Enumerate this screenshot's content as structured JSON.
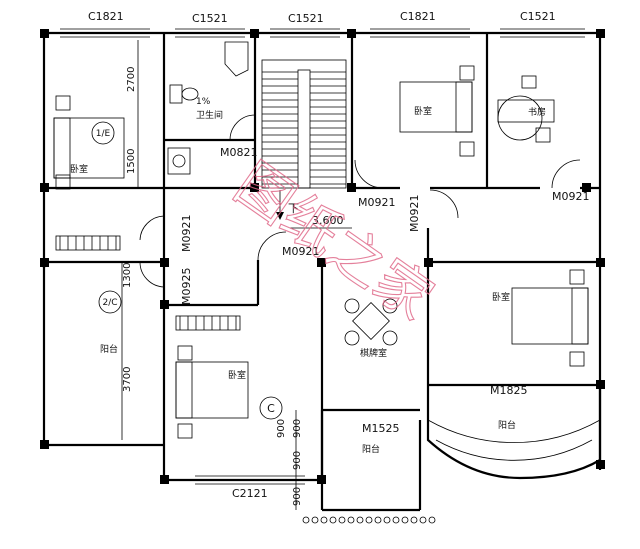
{
  "windows": {
    "top_left": "C1821",
    "top_bath": "C1521",
    "top_stair": "C1521",
    "top_bed": "C1821",
    "top_study": "C1521",
    "bottom": "C2121"
  },
  "doors": {
    "bath": "M0821",
    "bed_ne": "M0921",
    "study": "M0921",
    "mid": "M0921",
    "corridor": "M0921",
    "left_corr": "M0925",
    "balcony_round": "M1825",
    "balcony_small": "M1525"
  },
  "rooms": {
    "bath": "卫生间",
    "bed_nw": "卧室",
    "bed_ne": "卧室",
    "study": "书房",
    "bed_e": "卧室",
    "bed_s": "卧室",
    "balcony_w": "阳台",
    "balcony_s": "阳台",
    "balcony_e": "阳台",
    "mahjong": "棋牌室"
  },
  "dims": {
    "d2700": "2700",
    "d1500": "1500",
    "d1300": "1300",
    "d3700": "3700",
    "d900a": "900",
    "d900b": "900",
    "d900c": "900",
    "d900d": "900"
  },
  "markers": {
    "axis_1e": "1/E",
    "axis_2c": "2/C",
    "axis_c": "C"
  },
  "slope": "1%",
  "elevation": "3.600",
  "stair_down": "下",
  "watermark": "图纸之家"
}
